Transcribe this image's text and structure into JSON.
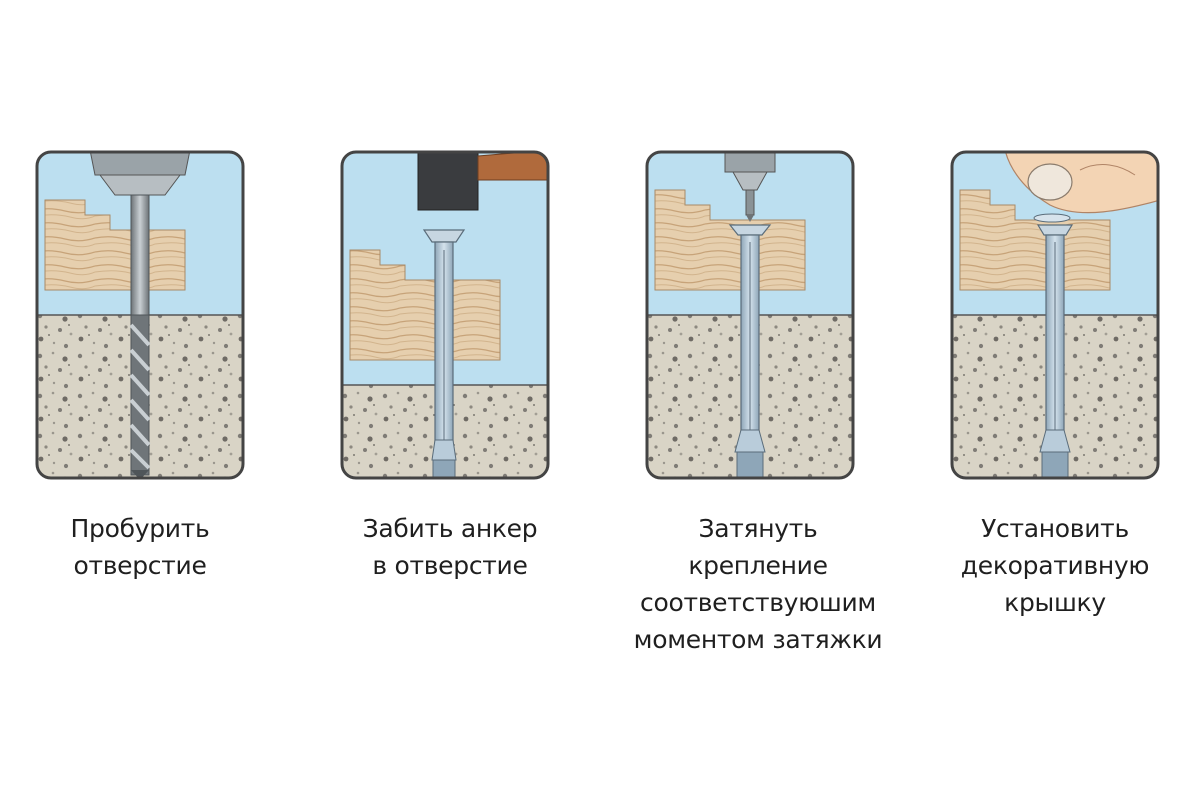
{
  "steps": [
    {
      "lines": [
        "Пробурить",
        "отверстие"
      ]
    },
    {
      "lines": [
        "Забить анкер",
        "в отверстие"
      ]
    },
    {
      "lines": [
        "Затянуть",
        "крепление",
        "соответствуюшим",
        "моментом затяжки"
      ]
    },
    {
      "lines": [
        "Установить",
        "декоративную",
        "крышку"
      ]
    }
  ],
  "colors": {
    "sky": "#bcdff0",
    "wood": "#e6cfae",
    "wood_grain": "#c7a379",
    "concrete": "#d9d4c6",
    "stone": "#7f7c76",
    "anchor": "#b9ccda",
    "anchor_edge": "#5a6c7a",
    "outline": "#444444"
  },
  "icons": [
    "drill-icon",
    "hammer-icon",
    "wrench-icon",
    "hand-icon"
  ]
}
